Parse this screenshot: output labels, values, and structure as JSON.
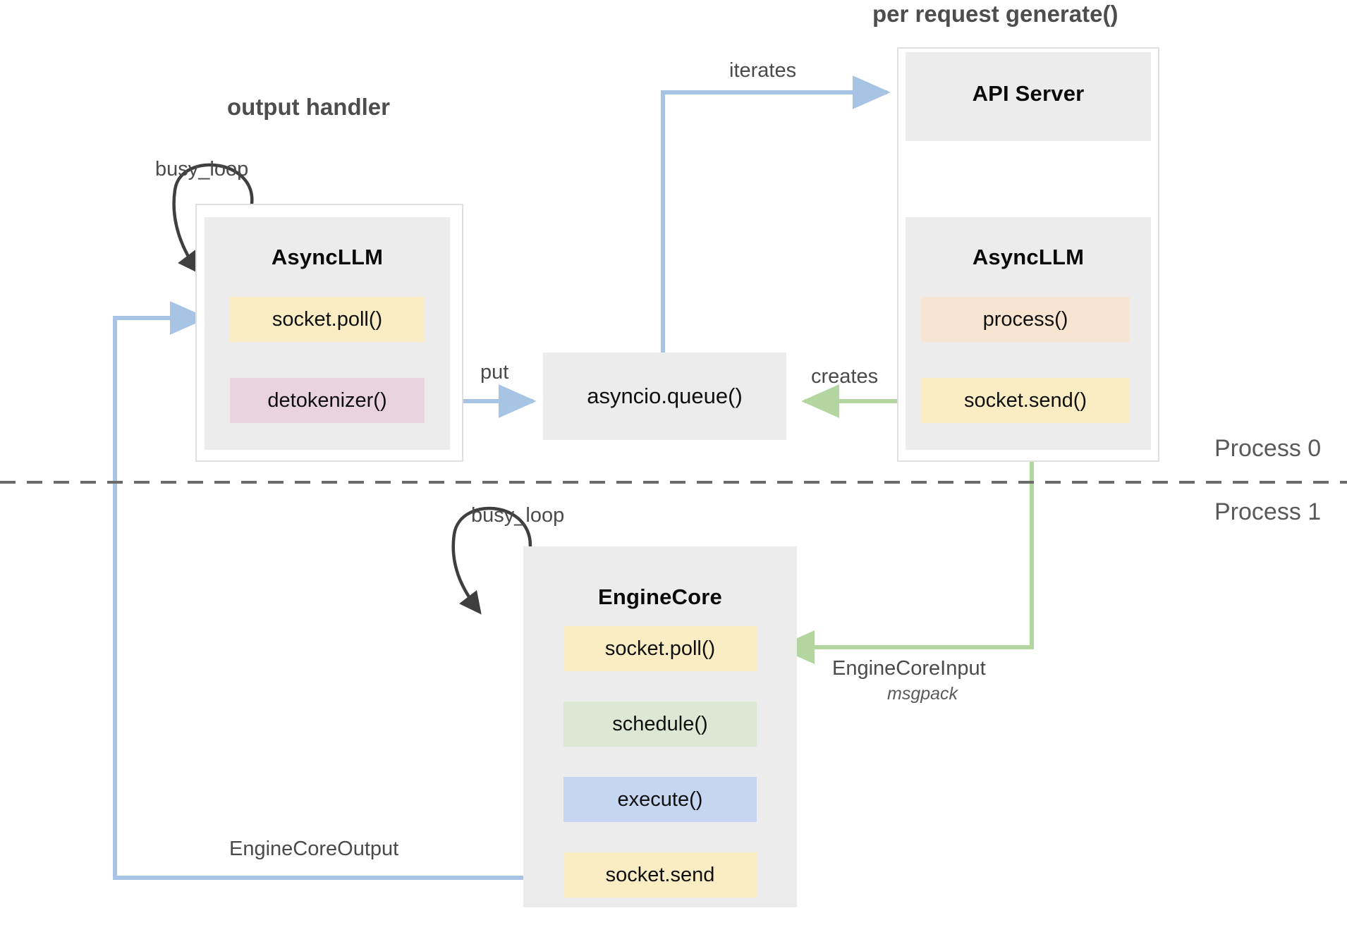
{
  "diagram": {
    "title_left": "output handler",
    "title_right": "per request generate()",
    "process_top_label": "Process 0",
    "process_bottom_label": "Process 1"
  },
  "colors": {
    "module_bg": "#ececec",
    "outer_border": "#e0e0e0",
    "yellow": "#faedc4",
    "pink": "#e8d3de",
    "peach": "#f8e5d1",
    "green": "#dce8d4",
    "blue": "#c6d6f0",
    "arrow_blue": "#a8c4e5",
    "arrow_green": "#b3d6a0",
    "arrow_black": "#3f3f3f",
    "divider": "#6b6b6b",
    "text_dark": "#0f0f0f",
    "text_gray": "#4d4d4d"
  },
  "output_handler": {
    "module_name": "AsyncLLM",
    "loop_label": "busy_loop",
    "slots": [
      {
        "label": "socket.poll()",
        "color": "#faedc4"
      },
      {
        "label": "detokenizer()",
        "color": "#e8d3de"
      }
    ]
  },
  "queue": {
    "label": "asyncio.queue()"
  },
  "api_group": {
    "api_server": {
      "module_name": "API Server"
    },
    "async_llm": {
      "module_name": "AsyncLLM",
      "slots": [
        {
          "label": "process()",
          "color": "#f8e5d1"
        },
        {
          "label": "socket.send()",
          "color": "#faedc4"
        }
      ]
    }
  },
  "engine_core": {
    "module_name": "EngineCore",
    "loop_label": "busy_loop",
    "slots": [
      {
        "label": "socket.poll()",
        "color": "#faedc4"
      },
      {
        "label": "schedule()",
        "color": "#dce8d4"
      },
      {
        "label": "execute()",
        "color": "#c6d6f0"
      },
      {
        "label": "socket.send",
        "color": "#faedc4"
      }
    ]
  },
  "edges": [
    {
      "id": "iterates",
      "label": "iterates",
      "color": "#a8c4e5"
    },
    {
      "id": "put",
      "label": "put",
      "color": "#a8c4e5"
    },
    {
      "id": "creates",
      "label": "creates",
      "color": "#b3d6a0"
    },
    {
      "id": "engine-core-input",
      "label": "EngineCoreInput",
      "sublabel": "msgpack",
      "color": "#b3d6a0"
    },
    {
      "id": "engine-core-output",
      "label": "EngineCoreOutput",
      "color": "#a8c4e5"
    }
  ]
}
